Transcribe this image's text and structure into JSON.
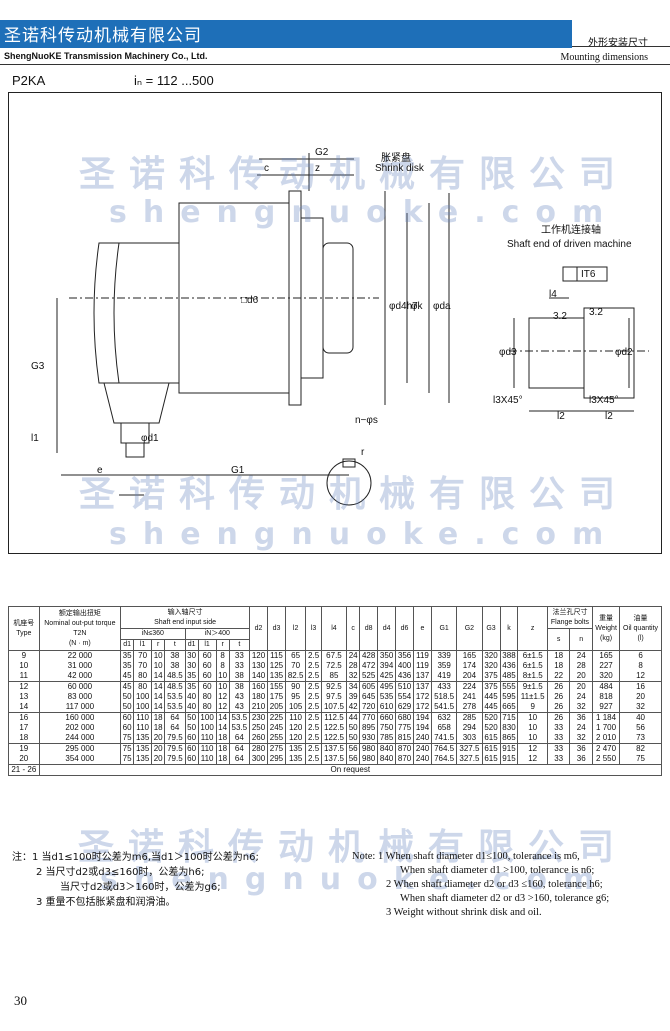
{
  "header": {
    "company_cn": "圣诺科传动机械有限公司",
    "company_en": "ShengNuoKE Transmission Machinery Co., Ltd.",
    "section_cn": "外形安装尺寸",
    "section_en": "Mounting dimensions"
  },
  "model": "P2KA",
  "ratio": "iₙ = 112 ...500",
  "watermark": {
    "cn": "圣诺科传动机械有限公司",
    "en": "shengnuoke.com"
  },
  "drawing": {
    "shrink_disk_cn": "胀紧盘",
    "shrink_disk_en": "Shrink disk",
    "shaft_end_cn": "工作机连接轴",
    "shaft_end_en": "Shaft end of driven machine",
    "labels": {
      "G2": "G2",
      "c": "c",
      "z": "z",
      "d6": "□d6",
      "d4h7": "φd4h7",
      "k": "φk",
      "da": "φda",
      "G3": "G3",
      "l1": "l1",
      "d1": "φd1",
      "e": "e",
      "G1": "G1",
      "n_s": "n−φs",
      "r": "r",
      "l4": "l4",
      "IT6": "IT6",
      "d3": "φd3",
      "d2": "φd2",
      "ra1": "3.2",
      "ra2": "3.2",
      "l3x45": "l3X45°",
      "l2a": "l2",
      "l2b": "l2",
      "l3x45b": "l3X45°"
    }
  },
  "table": {
    "head": {
      "type_cn": "机座号",
      "type_en": "Type",
      "torque_cn": "额定输出扭矩",
      "torque_en": "Nominal out-put torque",
      "torque_sym": "T2N",
      "torque_unit": "(N · m)",
      "input_cn": "输入轴尺寸",
      "input_en": "Shaft end input side",
      "in_low": "iN≤360",
      "in_high": "iN＞400",
      "flange_cn": "法兰孔尺寸",
      "flange_en": "Flange bolts",
      "weight_cn": "重量",
      "weight_en": "Weight",
      "weight_unit": "(kg)",
      "oil_cn": "油量",
      "oil_en": "Oil quantity",
      "oil_unit": "(l)",
      "cols": [
        "d1",
        "l1",
        "r",
        "t",
        "d1",
        "l1",
        "r",
        "t",
        "d2",
        "d3",
        "l2",
        "l3",
        "l4",
        "c",
        "d8",
        "d4",
        "d6",
        "e",
        "G1",
        "G2",
        "G3",
        "k",
        "z",
        "s",
        "n"
      ]
    },
    "groups": [
      {
        "rows": [
          [
            "9",
            "22 000",
            "35",
            "70",
            "10",
            "38",
            "30",
            "60",
            "8",
            "33",
            "120",
            "115",
            "65",
            "2.5",
            "67.5",
            "24",
            "428",
            "350",
            "356",
            "119",
            "339",
            "165",
            "320",
            "388",
            "6±1.5",
            "18",
            "24",
            "165",
            "6"
          ],
          [
            "10",
            "31 000",
            "35",
            "70",
            "10",
            "38",
            "30",
            "60",
            "8",
            "33",
            "130",
            "125",
            "70",
            "2.5",
            "72.5",
            "28",
            "472",
            "394",
            "400",
            "119",
            "359",
            "174",
            "320",
            "436",
            "6±1.5",
            "18",
            "28",
            "227",
            "8"
          ],
          [
            "11",
            "42 000",
            "45",
            "80",
            "14",
            "48.5",
            "35",
            "60",
            "10",
            "38",
            "140",
            "135",
            "82.5",
            "2.5",
            "85",
            "32",
            "525",
            "425",
            "436",
            "137",
            "419",
            "204",
            "375",
            "485",
            "8±1.5",
            "22",
            "20",
            "320",
            "12"
          ]
        ]
      },
      {
        "rows": [
          [
            "12",
            "60 000",
            "45",
            "80",
            "14",
            "48.5",
            "35",
            "60",
            "10",
            "38",
            "160",
            "155",
            "90",
            "2.5",
            "92.5",
            "34",
            "605",
            "495",
            "510",
            "137",
            "433",
            "224",
            "375",
            "555",
            "9±1.5",
            "26",
            "20",
            "484",
            "16"
          ],
          [
            "13",
            "83 000",
            "50",
            "100",
            "14",
            "53.5",
            "40",
            "80",
            "12",
            "43",
            "180",
            "175",
            "95",
            "2.5",
            "97.5",
            "39",
            "645",
            "535",
            "554",
            "172",
            "518.5",
            "241",
            "445",
            "595",
            "11±1.5",
            "26",
            "24",
            "818",
            "20"
          ],
          [
            "14",
            "117 000",
            "50",
            "100",
            "14",
            "53.5",
            "40",
            "80",
            "12",
            "43",
            "210",
            "205",
            "105",
            "2.5",
            "107.5",
            "42",
            "720",
            "610",
            "629",
            "172",
            "541.5",
            "278",
            "445",
            "665",
            "9",
            "26",
            "32",
            "927",
            "32"
          ]
        ]
      },
      {
        "rows": [
          [
            "16",
            "160 000",
            "60",
            "110",
            "18",
            "64",
            "50",
            "100",
            "14",
            "53.5",
            "230",
            "225",
            "110",
            "2.5",
            "112.5",
            "44",
            "770",
            "660",
            "680",
            "194",
            "632",
            "285",
            "520",
            "715",
            "10",
            "26",
            "36",
            "1 184",
            "40"
          ],
          [
            "17",
            "202 000",
            "60",
            "110",
            "18",
            "64",
            "50",
            "100",
            "14",
            "53.5",
            "250",
            "245",
            "120",
            "2.5",
            "122.5",
            "50",
            "895",
            "750",
            "775",
            "194",
            "658",
            "294",
            "520",
            "830",
            "10",
            "33",
            "24",
            "1 700",
            "56"
          ],
          [
            "18",
            "244 000",
            "75",
            "135",
            "20",
            "79.5",
            "60",
            "110",
            "18",
            "64",
            "260",
            "255",
            "120",
            "2.5",
            "122.5",
            "50",
            "930",
            "785",
            "815",
            "240",
            "741.5",
            "303",
            "615",
            "865",
            "10",
            "33",
            "32",
            "2 010",
            "73"
          ]
        ]
      },
      {
        "rows": [
          [
            "19",
            "295 000",
            "75",
            "135",
            "20",
            "79.5",
            "60",
            "110",
            "18",
            "64",
            "280",
            "275",
            "135",
            "2.5",
            "137.5",
            "56",
            "980",
            "840",
            "870",
            "240",
            "764.5",
            "327.5",
            "615",
            "915",
            "12",
            "33",
            "36",
            "2 470",
            "82"
          ],
          [
            "20",
            "354 000",
            "75",
            "135",
            "20",
            "79.5",
            "60",
            "110",
            "18",
            "64",
            "300",
            "295",
            "135",
            "2.5",
            "137.5",
            "56",
            "980",
            "840",
            "870",
            "240",
            "764.5",
            "327.5",
            "615",
            "915",
            "12",
            "33",
            "36",
            "2 550",
            "75"
          ]
        ]
      }
    ],
    "footer_type": "21 - 26",
    "footer_text": "On request"
  },
  "notes_cn": {
    "n1": "注：1   当d1≤100时公差为m6,当d1＞100时公差为n6;",
    "n2": "2   当尺寸d2或d3≤160时，公差为h6;",
    "n2b": "当尺寸d2或d3＞160时，公差为g6;",
    "n3": "3   重量不包括胀紧盘和润滑油。"
  },
  "notes_en": {
    "n1": "Note: 1 When shaft diameter d1≤100, tolerance is m6,",
    "n1b": "When shaft diameter d1 >100, tolerance is n6;",
    "n2": "2 When shaft diameter d2 or d3 ≤160, tolerance h6;",
    "n2b": "When shaft diameter d2 or d3 >160, tolerance g6;",
    "n3": "3 Weight without shrink disk and oil."
  },
  "page_number": "30"
}
